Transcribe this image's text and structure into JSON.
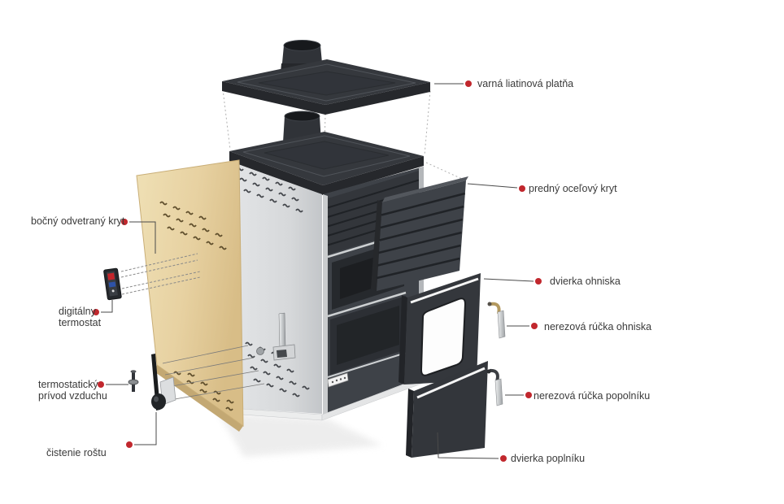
{
  "diagram": {
    "type": "exploded-parts-diagram",
    "subject": "solid fuel cooker stove with labeled components"
  },
  "labels": {
    "varna_platna": {
      "text": "varná liatinová platňa",
      "side": "right"
    },
    "predny_kryt": {
      "text": "predný oceľový kryt",
      "side": "right"
    },
    "bocny_kryt": {
      "text": "bočný odvetraný kryt",
      "side": "left"
    },
    "dvierka_ohniska": {
      "text": "dvierka ohniska",
      "side": "right"
    },
    "digitalny_termostat": {
      "text": "digitálny\ntermostat",
      "side": "left"
    },
    "rucka_ohniska": {
      "text": "nerezová rúčka ohniska",
      "side": "right"
    },
    "termostaticky_privod": {
      "text": "termostatický\nprívod vzduchu",
      "side": "left"
    },
    "rucka_popolnika": {
      "text": "nerezová rúčka popolníku",
      "side": "right"
    },
    "cistenie_rostu": {
      "text": "čistenie roštu",
      "side": "left"
    },
    "dvierka_popolnika": {
      "text": "dvierka poplníku",
      "side": "right"
    }
  },
  "colors": {
    "marker_dot": "#c1272d",
    "leader_line": "#4a4a4a",
    "label_text": "#3a3a3a",
    "cast_iron": "#35383d",
    "steel_panel": "#3e4248",
    "body_gray": "#d8dadc",
    "side_panel_tan": "#e8d4a4",
    "background": "#ffffff"
  }
}
